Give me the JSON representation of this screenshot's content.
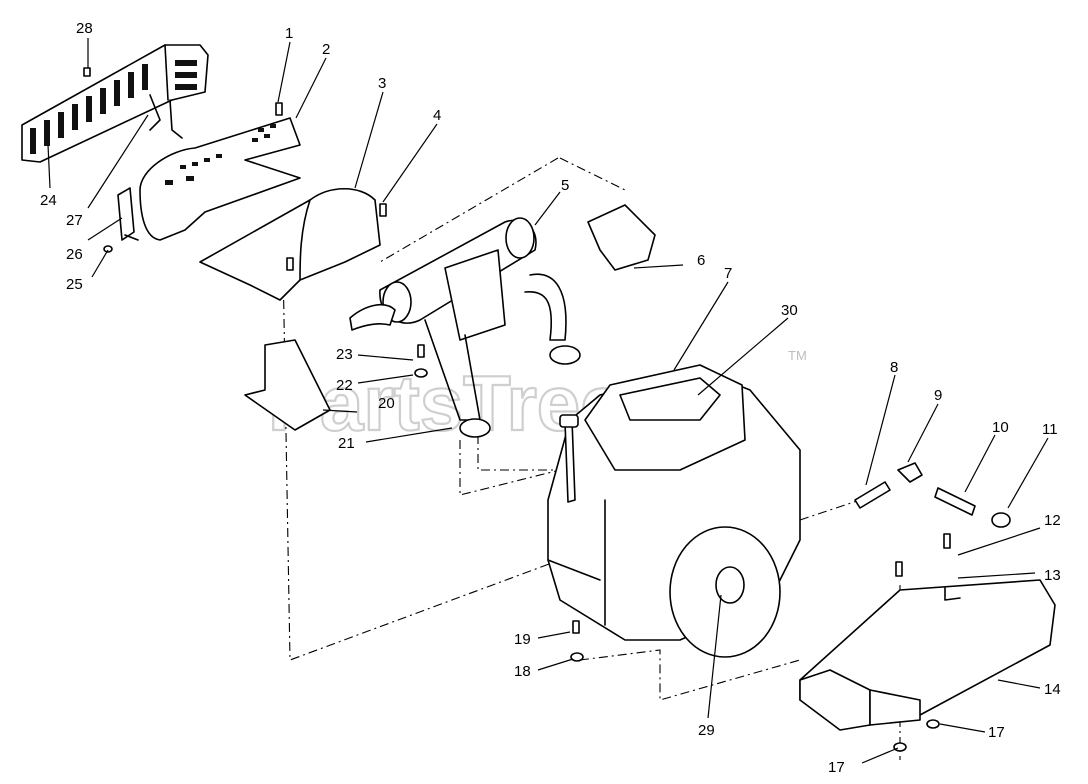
{
  "watermark": {
    "text": "PartsTree",
    "trademark": "TM"
  },
  "callouts": [
    "1",
    "2",
    "3",
    "4",
    "5",
    "6",
    "7",
    "8",
    "9",
    "10",
    "11",
    "12",
    "13",
    "14",
    "17",
    "17",
    "18",
    "19",
    "20",
    "21",
    "22",
    "23",
    "24",
    "25",
    "26",
    "27",
    "28",
    "29",
    "30"
  ]
}
